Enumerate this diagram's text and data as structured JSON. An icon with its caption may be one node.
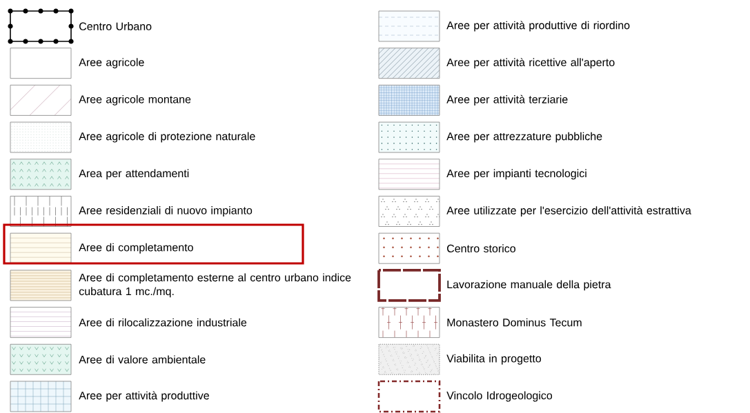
{
  "diagram": {
    "legend": [
      {
        "text": "Centro Urbano"
      },
      {
        "text": "Aree agricole"
      },
      {
        "text": "Aree agricole montane"
      },
      {
        "text": "Aree agricole di protezione naturale"
      },
      {
        "text": "Area per attendamenti"
      },
      {
        "text": "Aree residenziali di nuovo impianto"
      },
      {
        "text": "Aree di completamento"
      },
      {
        "text": "Aree di completamento esterne al centro urbano indice cubatura 1 mc./mq."
      },
      {
        "text": "Aree di rilocalizzazione industriale"
      },
      {
        "text": "Aree di valore ambientale"
      },
      {
        "text": "Aree per attività produttive"
      },
      {
        "text": "Aree per attività produttive di riordino"
      },
      {
        "text": "Aree per attività ricettive all'aperto"
      },
      {
        "text": "Aree per attività terziarie"
      },
      {
        "text": "Aree per attrezzature pubbliche"
      },
      {
        "text": "Aree per impianti tecnologici"
      },
      {
        "text": "Aree utilizzate per l'esercizio dell'attività estrattiva"
      },
      {
        "text": "Centro storico"
      },
      {
        "text": "Lavorazione manuale della pietra"
      },
      {
        "text": "Monastero Dominus Tecum"
      },
      {
        "text": "Viabilita in progetto"
      },
      {
        "text": "Vincolo Idrogeologico"
      }
    ]
  }
}
